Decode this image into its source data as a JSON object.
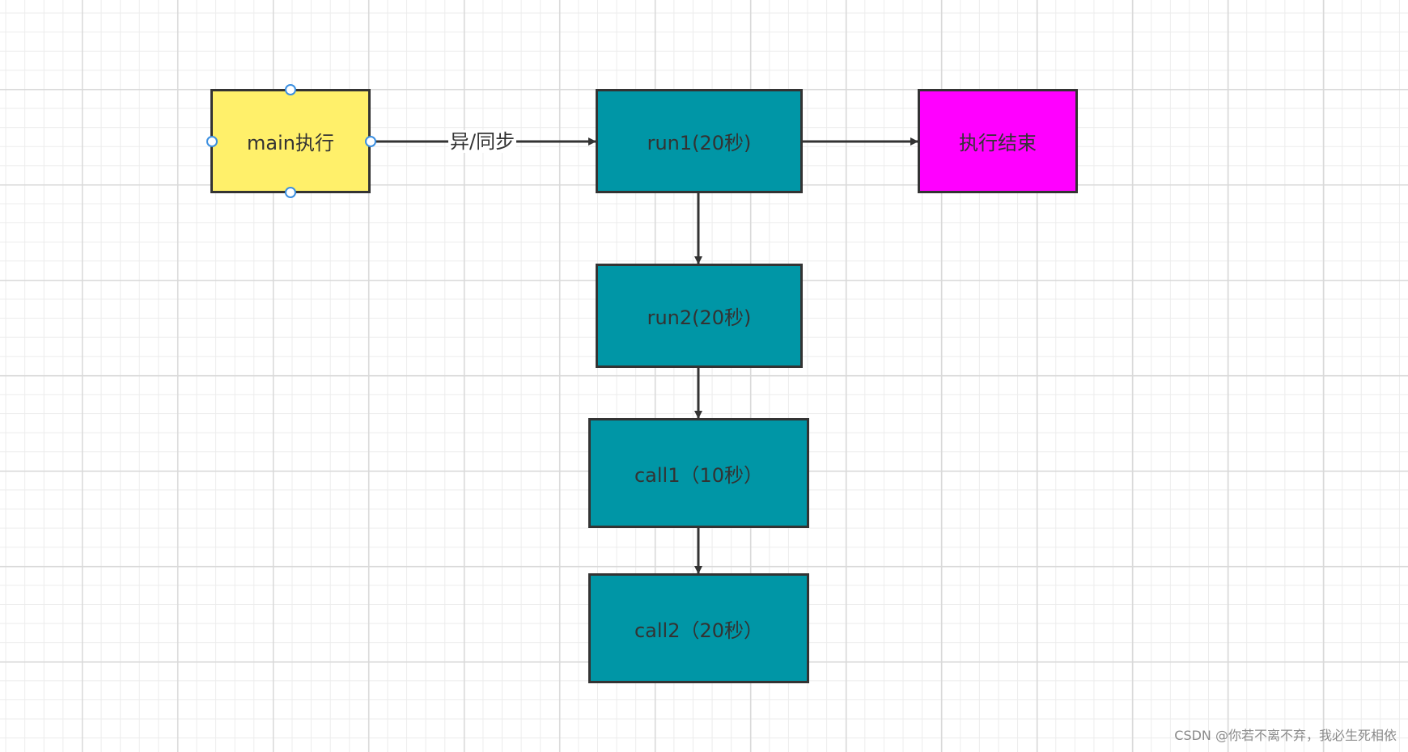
{
  "diagram": {
    "nodes": {
      "main": {
        "label": "main执行",
        "color": "#fff06a"
      },
      "run1": {
        "label": "run1(20秒)",
        "color": "#0096a6"
      },
      "end": {
        "label": "执行结束",
        "color": "#ff00ff"
      },
      "run2": {
        "label": "run2(20秒)",
        "color": "#0096a6"
      },
      "call1": {
        "label": "call1（10秒）",
        "color": "#0096a6"
      },
      "call2": {
        "label": "call2（20秒）",
        "color": "#0096a6"
      }
    },
    "edges": [
      {
        "from": "main",
        "to": "run1",
        "label": "异/同步"
      },
      {
        "from": "run1",
        "to": "end",
        "label": ""
      },
      {
        "from": "run1",
        "to": "run2",
        "label": ""
      },
      {
        "from": "run2",
        "to": "call1",
        "label": ""
      },
      {
        "from": "call1",
        "to": "call2",
        "label": ""
      }
    ]
  },
  "watermark": "CSDN @你若不离不弃，我必生死相依"
}
